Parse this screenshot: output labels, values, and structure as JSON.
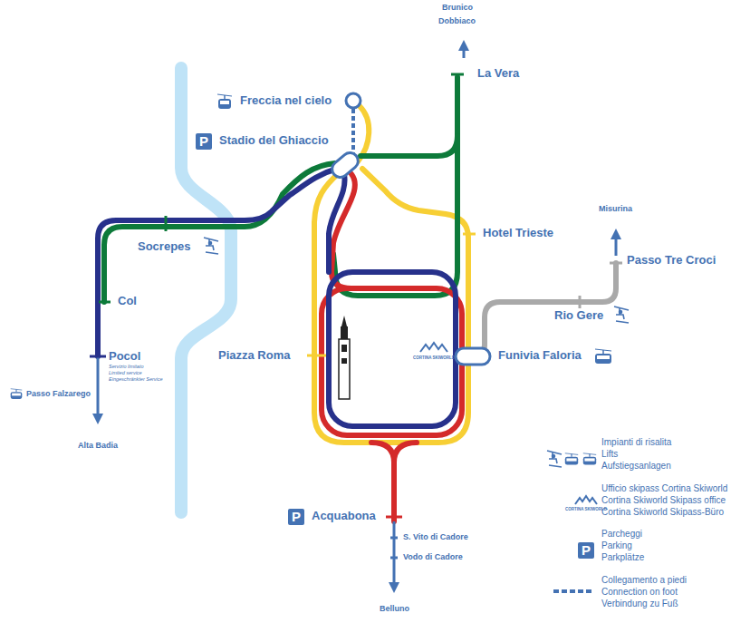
{
  "diagram": {
    "labels": [
      "Brunico",
      "Dobbiaco",
      "La Vera",
      "Freccia nel cielo",
      "P",
      "Stadio del Ghiaccio",
      "Hotel Trieste",
      "Misurina",
      "Passo Tre Croci",
      "Socrepes",
      "Col",
      "Rio Gere",
      "Piazza Roma",
      "CORTINA SKIWORLD",
      "Funivia Faloria",
      "Pocol",
      "Servizio limitato",
      "Limited service",
      "Eingeschränkter Service",
      "Passo Falzarego",
      "Alta Badia",
      "P",
      "Acquabona",
      "S. Vito di Cadore",
      "Vodo di Cadore",
      "Belluno",
      "CORTINA SKIWORLD",
      "P"
    ],
    "legend": [
      {
        "text": "Impianti di risalita"
      },
      {
        "text": "Lifts"
      },
      {
        "text": "Aufstiegsanlagen"
      },
      {
        "text": "Ufficio skipass Cortina Skiworld"
      },
      {
        "text": "Cortina Skiworld Skipass office"
      },
      {
        "text": "Cortina Skiworld Skipass-Büro"
      },
      {
        "text": "Parcheggi"
      },
      {
        "text": "Parking"
      },
      {
        "text": "Parkplätze"
      },
      {
        "text": "Collegamento a piedi"
      },
      {
        "text": "Connection on foot"
      },
      {
        "text": "Verbindung zu Fuß"
      }
    ]
  }
}
